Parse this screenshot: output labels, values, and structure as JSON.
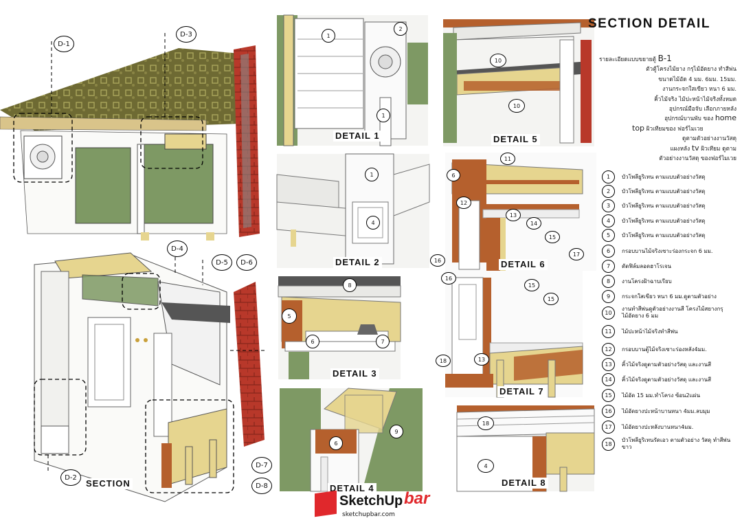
{
  "title": "SECTION  DETAIL",
  "spec": {
    "prefix": "รายละเอียดแบบขยายตู้",
    "code": "B-1",
    "lines": [
      "ตัวตู้โครงไม้ยาง กรุไม้อัดยาง ทำสีพ่น",
      "ขนาดไม้อัด 4 มม. 6มม. 15มม.",
      "งานกระจกใสเขียว หนา 6 มม.",
      "คิ้วไม้จริง ไม้ปะหน้าไม้จริงทั้งหมด",
      "อุปกรณ์มือจับ เลือกภายหลัง"
    ],
    "line_home_pre": "อุปกรณ์บานพับ ของ",
    "home": "home",
    "top": "top",
    "line_top_post": "ผิวเทียมของ ฟอร์ไมเวย",
    "line6": "ดูตามตัวอย่างงานวัสดุ",
    "line_tv_pre": "แผงหลัง",
    "tv": "tv",
    "line_tv_post": "ผิวเทียม ดูตาม",
    "line8": "ตัวอย่างงานวัสดุ ของฟอร์ไมเวย"
  },
  "legend": [
    {
      "n": "1",
      "t": "บัวโพลียูริเทน ตามแบบตัวอย่างวัสดุ"
    },
    {
      "n": "2",
      "t": "บัวโพลียูริเทน ตามแบบตัวอย่างวัสดุ"
    },
    {
      "n": "3",
      "t": "บัวโพลียูริเทน ตามแบบตัวอย่างวัสดุ"
    },
    {
      "n": "4",
      "t": "บัวโพลียูริเทน ตามแบบตัวอย่างวัสดุ"
    },
    {
      "n": "5",
      "t": "บัวโพลียูริเทน ตามแบบตัวอย่างวัสดุ"
    },
    {
      "n": "6",
      "t": "กรอบบานไม้จริงเซาะร่องกระจก 6 มม."
    },
    {
      "n": "7",
      "t": "ดัดฟิล์มลอดฮาโรเจน"
    },
    {
      "n": "8",
      "t": "งานโครงฝ้าฉาบเรียบ"
    },
    {
      "n": "9",
      "t": "กระจกใสเขียว หนา 6 มม.ดูตามตัวอย่าง"
    },
    {
      "n": "10",
      "t": "งานทำสีพ่นดูตัวอย่างงานสี โครงไม้สยางกรุไม้อัดยาง 6 มม"
    },
    {
      "n": "11",
      "t": "ไม้ปะหน้าไม้จริงทำสีพ่น"
    },
    {
      "n": "12",
      "t": "กรอบบานตู้ไม้จริงเซาะร่องหลัง4มม."
    },
    {
      "n": "13",
      "t": "คิ้วไม้จริงดูตามตัวอย่างวัสดุ และงานสี"
    },
    {
      "n": "14",
      "t": "คิ้วไม้จริงดูตามตัวอย่างวัสดุ และงานสี"
    },
    {
      "n": "15",
      "t": "ไม้อัด 15 มม.ทำโครง ซ้อน2แผ่น"
    },
    {
      "n": "16",
      "t": "ไม้อัดยางปะหน้าบานหนา 4มม.ลบมุม"
    },
    {
      "n": "17",
      "t": "ไม้อัดยางปะหลังบานหนา4มม."
    },
    {
      "n": "18",
      "t": "บัวโพลียูริเทนรัดเอว ตามตัวอย่าง วัสดุ ทำสีพ่นขาว"
    }
  ],
  "labels": {
    "section": "SECTION",
    "d1": "DETAIL  1",
    "d2": "DETAIL  2",
    "d3": "DETAIL  3",
    "d4": "DETAIL  4",
    "d5": "DETAIL  5",
    "d6": "DETAIL  6",
    "d7": "DETAIL  7",
    "d8": "DETAIL  8"
  },
  "detail_refs": [
    "D-1",
    "D-2",
    "D-3",
    "D-4",
    "D-5",
    "D-6",
    "D-7",
    "D-8"
  ],
  "callouts": {
    "p1": [
      "1",
      "2",
      "1"
    ],
    "p2": [
      "1",
      "4"
    ],
    "p3": [
      "8",
      "5",
      "6",
      "7"
    ],
    "p4": [
      "6",
      "9"
    ],
    "p5": [
      "10",
      "10"
    ],
    "p6": [
      "11",
      "6",
      "12",
      "13",
      "14",
      "15",
      "17",
      "16"
    ],
    "p7": [
      "16",
      "15",
      "15",
      "18",
      "13"
    ],
    "p8": [
      "18",
      "4"
    ]
  },
  "logo": {
    "brand": "SketchUp",
    "brand2": "bar",
    "url": "sketchupbar.com"
  },
  "colors": {
    "brick": "#b8382a",
    "wood": "#b5602d",
    "green": "#7e9964",
    "fabric": "#6e6a33",
    "ply": "#e6d58f"
  }
}
